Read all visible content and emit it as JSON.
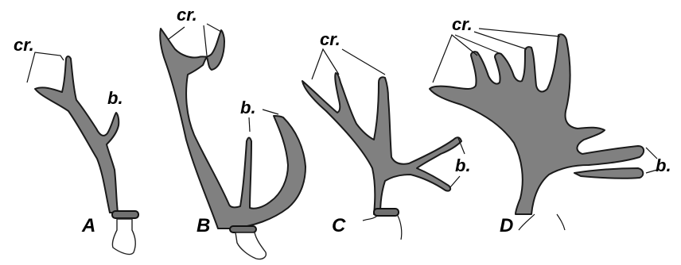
{
  "labels": {
    "crown": "cr.",
    "brow": "b."
  },
  "panels": [
    {
      "letter": "A"
    },
    {
      "letter": "B"
    },
    {
      "letter": "C"
    },
    {
      "letter": "D"
    }
  ],
  "colors": {
    "antler_fill": "#808080",
    "outline": "#1a1a1a",
    "background": "#ffffff"
  }
}
